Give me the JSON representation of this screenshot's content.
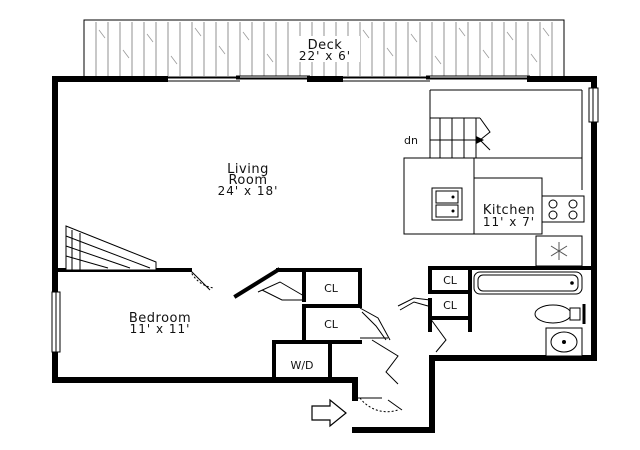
{
  "rooms": {
    "deck": {
      "name": "Deck",
      "size": "22' x 6'"
    },
    "living": {
      "name_line1": "Living",
      "name_line2": "Room",
      "size": "24' x 18'"
    },
    "kitchen": {
      "name": "Kitchen",
      "size": "11' x 7'"
    },
    "bedroom": {
      "name": "Bedroom",
      "size": "11' x 11'"
    }
  },
  "closets": {
    "cl1": "CL",
    "cl2": "CL",
    "cl3": "CL",
    "cl4": "CL",
    "wd": "W/D"
  },
  "stairs": {
    "label": "dn"
  },
  "icons": {
    "entry": "entry-arrow-icon",
    "fridge": "snowflake-icon"
  }
}
